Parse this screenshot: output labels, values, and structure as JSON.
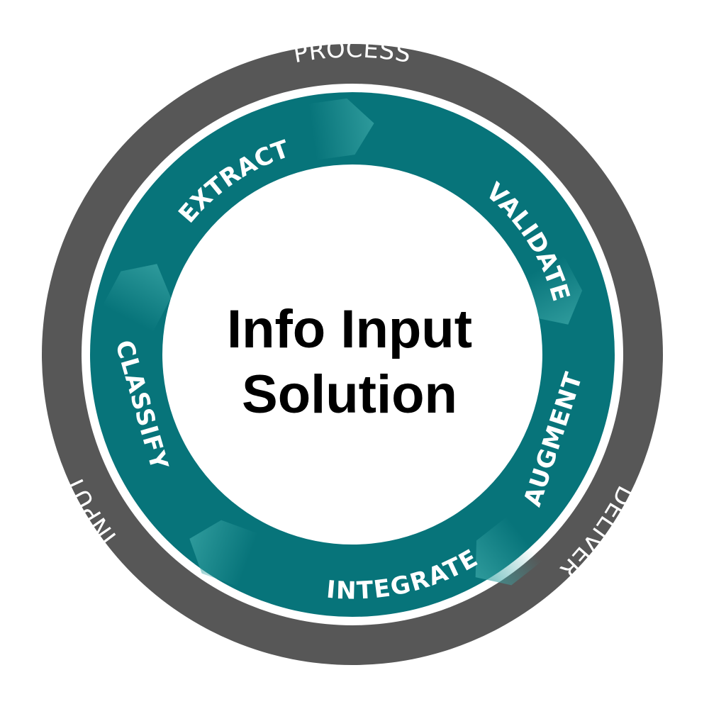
{
  "center": {
    "line1": "Info Input",
    "line2": "Solution"
  },
  "outer_ring": {
    "color": "#575757",
    "labels": {
      "process": "PROCESS",
      "deliver": "DELIVER",
      "input": "INPUT"
    }
  },
  "inner_ring": {
    "color": "#07747a",
    "highlight": "#3aa6a6",
    "steps": {
      "extract": "EXTRACT",
      "validate": "VALIDATE",
      "augment": "AUGMENT",
      "integrate": "INTEGRATE",
      "classify": "CLASSIFY"
    }
  }
}
